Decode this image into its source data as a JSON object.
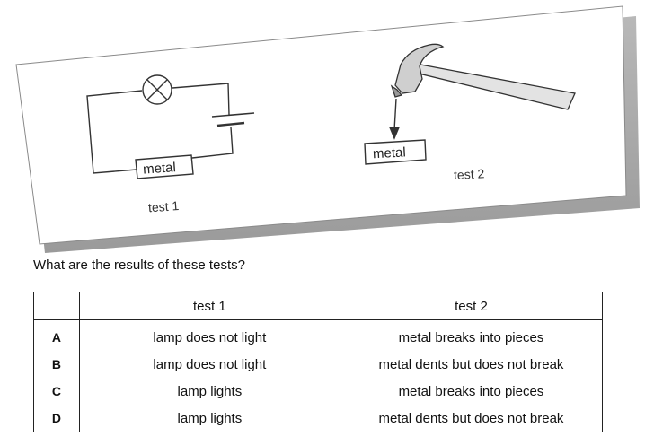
{
  "figure": {
    "test1_metal_label": "metal",
    "test1_caption": "test 1",
    "test2_metal_label": "metal",
    "test2_caption": "test 2"
  },
  "question": "What are the results of these tests?",
  "table": {
    "headers": [
      "",
      "test 1",
      "test 2"
    ],
    "rows": [
      {
        "option": "A",
        "test1": "lamp does not light",
        "test2": "metal breaks into pieces"
      },
      {
        "option": "B",
        "test1": "lamp does not light",
        "test2": "metal dents but does not break"
      },
      {
        "option": "C",
        "test1": "lamp lights",
        "test2": "metal breaks into pieces"
      },
      {
        "option": "D",
        "test1": "lamp lights",
        "test2": "metal dents but does not break"
      }
    ]
  }
}
